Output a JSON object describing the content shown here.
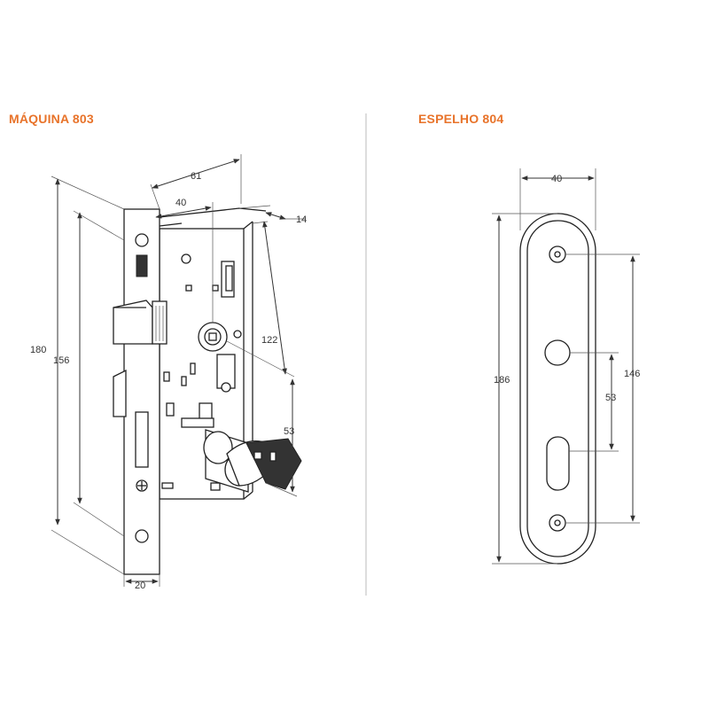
{
  "titles": {
    "left": "MÁQUINA 803",
    "right": "ESPELHO 804"
  },
  "lock_dimensions": {
    "overall_height": "180",
    "inner_height": "156",
    "faceplate_width": "20",
    "case_depth": "61",
    "backset": "40",
    "faceplate_thickness": "14",
    "vertical_span": "122",
    "cylinder_offset": "53"
  },
  "plate_dimensions": {
    "width": "40",
    "height": "186",
    "screw_spacing": "146",
    "center_spacing": "53"
  },
  "colors": {
    "accent": "#e8732a",
    "line": "#333333"
  }
}
